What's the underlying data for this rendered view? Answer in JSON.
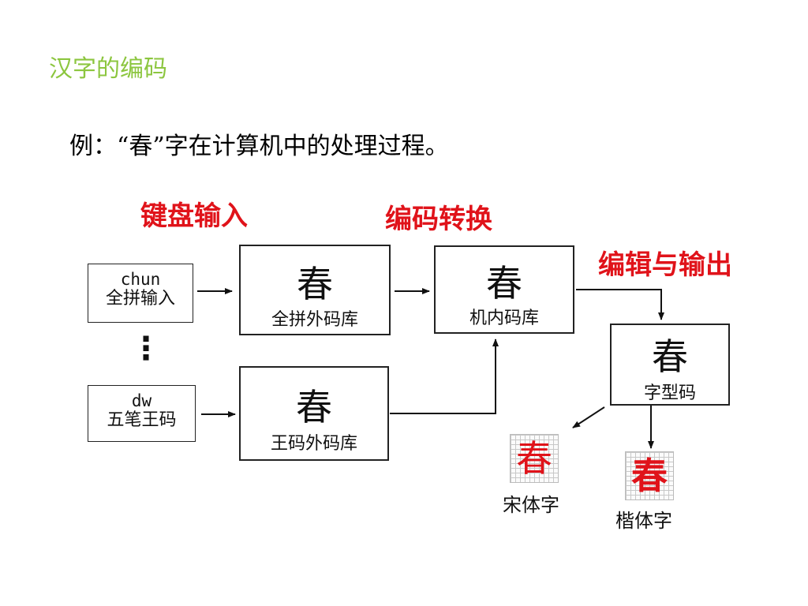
{
  "title": "汉字的编码",
  "example": "例：“春”字在计算机中的处理过程。",
  "colors": {
    "title": "#8cc63f",
    "stage_label": "#e0131a",
    "glyph": "#e0131a",
    "border": "#222222"
  },
  "stages": {
    "keyboard_input": "键盘输入",
    "encoding_conversion": "编码转换",
    "edit_output": "编辑与输出"
  },
  "inputs": {
    "pinyin": {
      "code": "chun",
      "method": "全拼输入"
    },
    "wubi": {
      "code": "dw",
      "method": "五笔王码"
    },
    "ellipsis": "⋮"
  },
  "boxes": {
    "pinyin_code_lib": {
      "char": "春",
      "label": "全拼外码库"
    },
    "wubi_code_lib": {
      "char": "春",
      "label": "王码外码库"
    },
    "internal_code_lib": {
      "char": "春",
      "label": "机内码库"
    },
    "glyph_code": {
      "char": "春",
      "label": "字型码"
    }
  },
  "outputs": {
    "song": {
      "char": "春",
      "caption": "宋体字"
    },
    "kai": {
      "char": "春",
      "caption": "楷体字"
    }
  }
}
